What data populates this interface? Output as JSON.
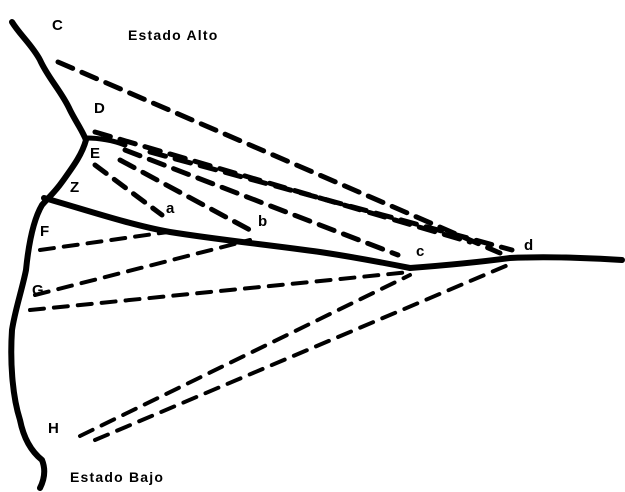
{
  "diagram": {
    "state_top": "Estado Alto",
    "state_bottom": "Estado Bajo",
    "labels": {
      "C": "C",
      "D": "D",
      "E": "E",
      "Z": "Z",
      "F": "F",
      "G": "G",
      "H": "H",
      "a": "a",
      "b": "b",
      "c": "c",
      "d": "d"
    }
  }
}
